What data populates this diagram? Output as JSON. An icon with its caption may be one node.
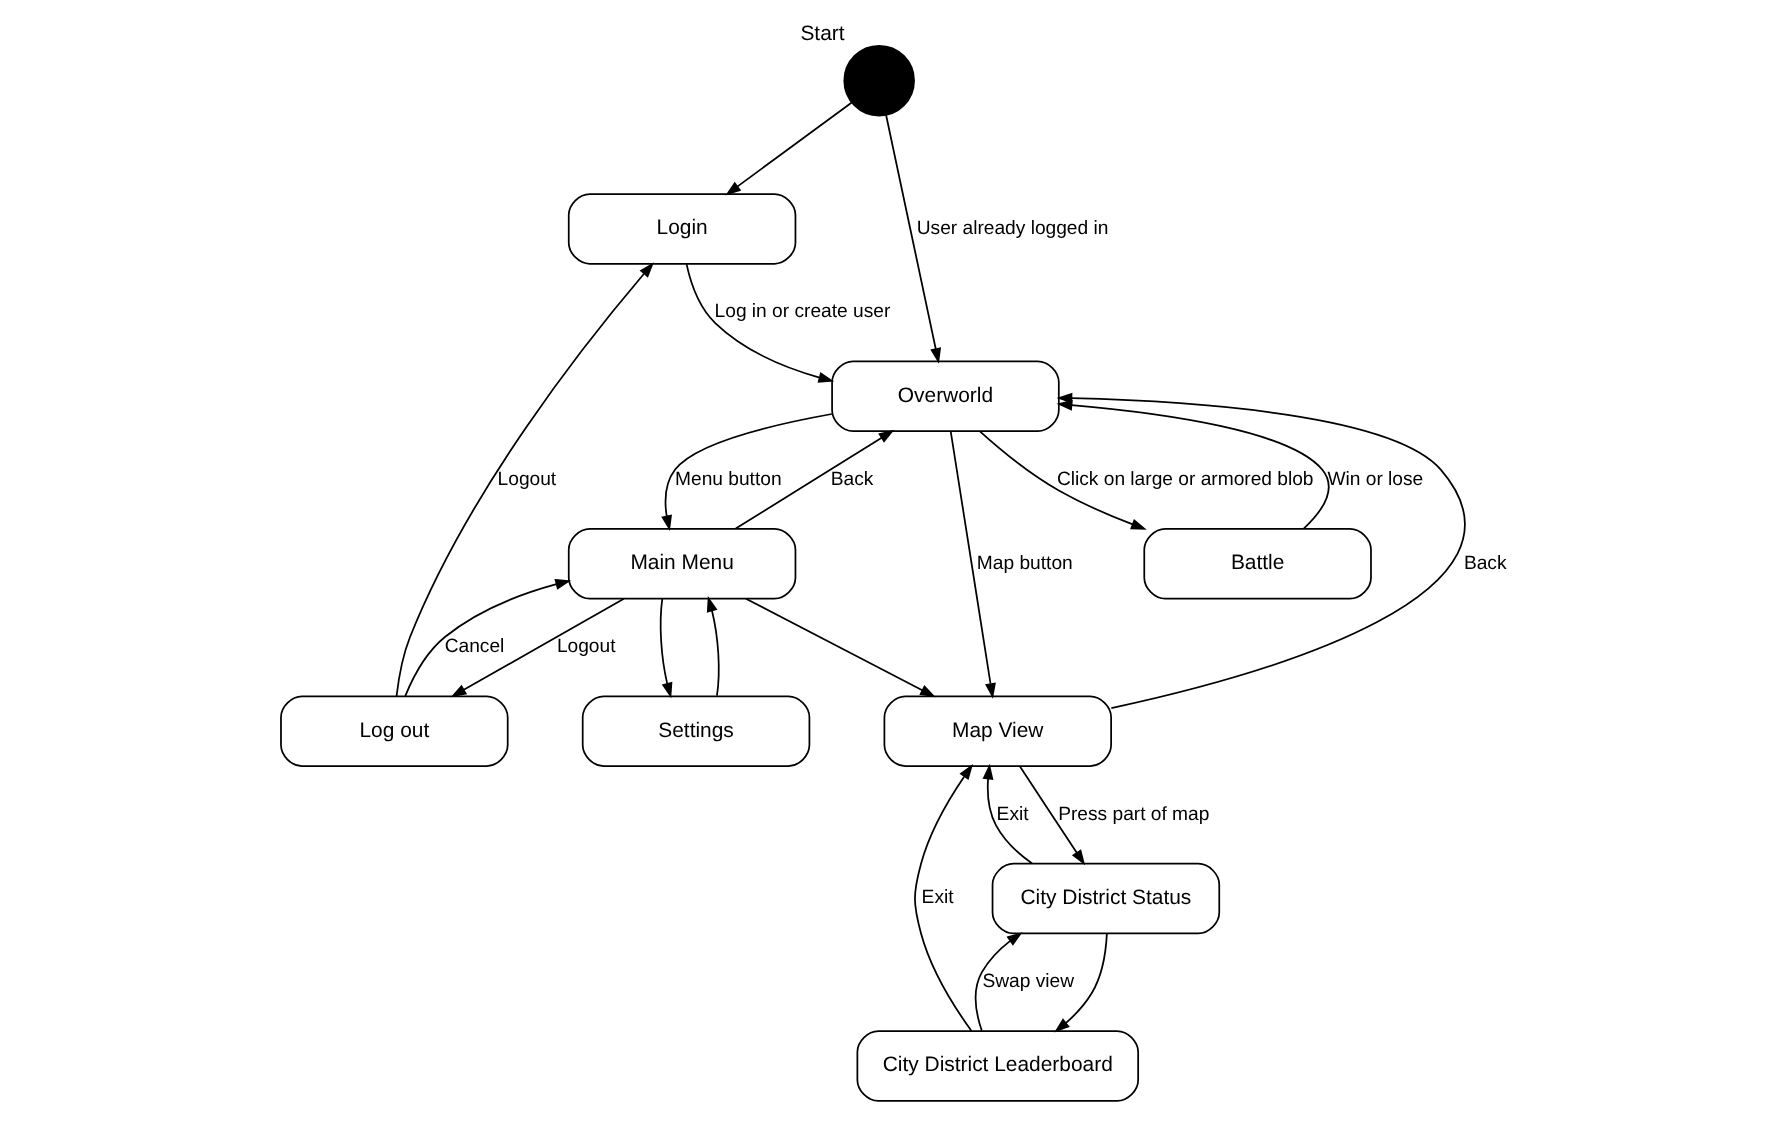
{
  "diagram": {
    "nodes": [
      {
        "text": [],
        "shape": "circle",
        "beside": [
          "Start"
        ]
      },
      {
        "text": [
          "City District Leaderboard"
        ]
      },
      {
        "text": [
          "City District Status"
        ]
      },
      {
        "text": [
          "Map View"
        ]
      },
      {
        "text": [
          "Login"
        ]
      },
      {
        "text": [
          "Overworld"
        ]
      },
      {
        "text": [
          "Log out"
        ]
      },
      {
        "text": [
          "Main Menu"
        ]
      },
      {
        "text": [
          "Settings"
        ]
      },
      {
        "text": [
          "Battle"
        ]
      }
    ],
    "edges": [
      {
        "from": 0,
        "to": 4,
        "arrow": "to"
      },
      {
        "from": 0,
        "to": 5,
        "arrow": "to",
        "label": "User already logged in"
      },
      {
        "from": 6,
        "to": 4,
        "arrow": "to",
        "label": "Logout"
      },
      {
        "from": 4,
        "to": 5,
        "arrow": "to",
        "label": "Log in or create user"
      },
      {
        "from": 3,
        "to": 5,
        "arrow": "to",
        "label": "Back"
      },
      {
        "from": 5,
        "to": 3,
        "arrow": "to",
        "label": "Map button"
      },
      {
        "from": 7,
        "to": 5,
        "arrow": "to",
        "label": "Back"
      },
      {
        "from": 5,
        "to": 7,
        "arrow": "to",
        "label": "Menu button"
      },
      {
        "from": 5,
        "to": 9,
        "arrow": "to",
        "label": "Click on large or armored blob"
      },
      {
        "from": 9,
        "to": 5,
        "arrow": "to",
        "label": "Win or lose"
      },
      {
        "from": 7,
        "to": 6,
        "arrow": "to",
        "label": "Logout"
      },
      {
        "from": 6,
        "to": 7,
        "arrow": "to",
        "label": "Cancel"
      },
      {
        "from": 7,
        "to": 8,
        "arrow": "to"
      },
      {
        "from": 8,
        "to": 7,
        "arrow": "to"
      },
      {
        "from": 7,
        "to": 3,
        "arrow": "to"
      },
      {
        "from": 3,
        "to": 2,
        "arrow": "to",
        "label": "Press part of map"
      },
      {
        "from": 2,
        "to": 3,
        "arrow": "to",
        "label": "Exit"
      },
      {
        "from": 2,
        "to": 1,
        "arrow": "to"
      },
      {
        "from": 1,
        "to": 2,
        "arrow": "to",
        "label": "Swap view"
      },
      {
        "from": 1,
        "to": 3,
        "arrow": "to",
        "label": "Exit"
      }
    ]
  }
}
